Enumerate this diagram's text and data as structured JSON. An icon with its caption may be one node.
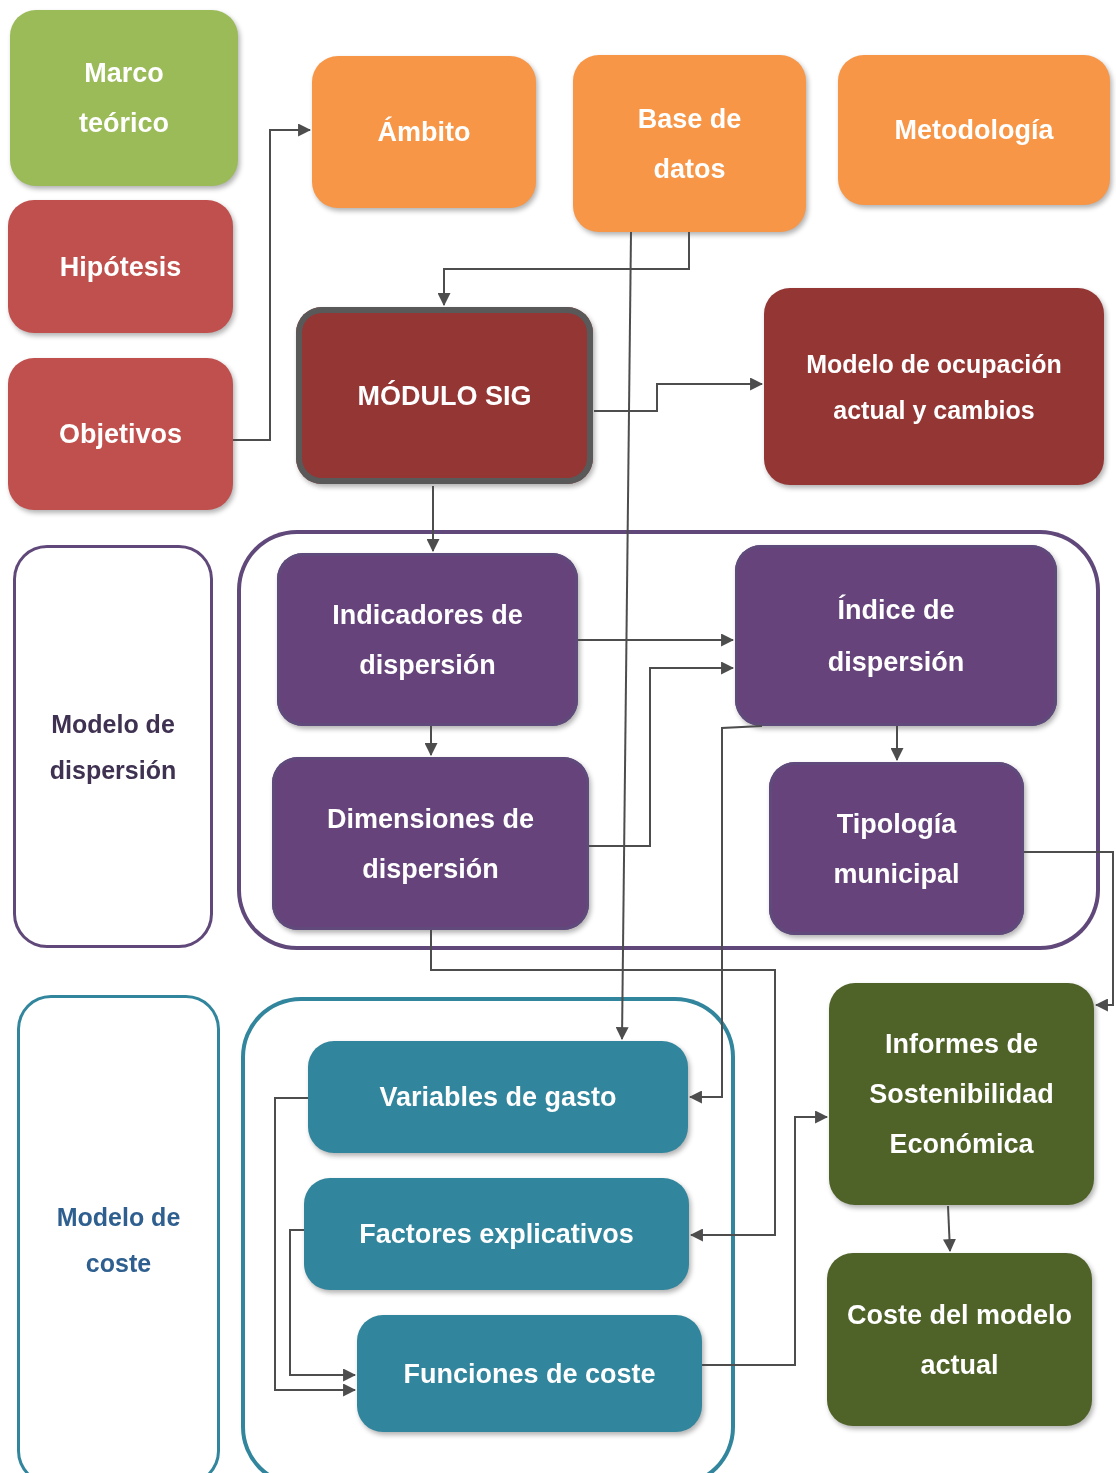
{
  "diagram": {
    "nodes": [
      {
        "text": [
          "Marco teórico"
        ]
      },
      {
        "text": [
          "Hipótesis"
        ]
      },
      {
        "text": [
          "Objetivos"
        ]
      },
      {
        "text": [
          "Ámbito"
        ]
      },
      {
        "text": [
          "Base de datos"
        ]
      },
      {
        "text": [
          "Metodología"
        ]
      },
      {
        "text": [
          "MÓDULO SIG"
        ]
      },
      {
        "text": [
          "Modelo de ocupación actual y cambios"
        ]
      },
      {
        "text": [
          "Modelo de dispersión"
        ]
      },
      {
        "text": [],
        "shape": "box"
      },
      {
        "text": [
          "Indicadores de dispersión"
        ],
        "in": 9
      },
      {
        "text": [
          "Índice de dispersión"
        ],
        "in": 9
      },
      {
        "text": [
          "Dimensiones de dispersión"
        ],
        "in": 9
      },
      {
        "text": [
          "Tipología municipal"
        ],
        "in": 9
      },
      {
        "text": [
          "Modelo de coste"
        ]
      },
      {
        "text": [],
        "shape": "box"
      },
      {
        "text": [
          "Informes de Sostenibilidad Económica"
        ]
      },
      {
        "text": [
          "Variables de gasto"
        ],
        "in": 15
      },
      {
        "text": [
          "Factores explicativos"
        ],
        "in": 15
      },
      {
        "text": [
          "Funciones de coste"
        ],
        "in": 15
      },
      {
        "text": [
          "Coste del modelo actual"
        ]
      }
    ],
    "edges": [
      {
        "from": 2,
        "to": 3,
        "arrow": "to"
      },
      {
        "from": 4,
        "to": 6,
        "arrow": "to"
      },
      {
        "from": 6,
        "to": 7,
        "arrow": "to"
      },
      {
        "from": 6,
        "to": 10,
        "arrow": "to"
      },
      {
        "from": 4,
        "to": 17,
        "arrow": "to"
      },
      {
        "from": 10,
        "to": 11,
        "arrow": "to"
      },
      {
        "from": 12,
        "to": 11,
        "arrow": "to"
      },
      {
        "from": 10,
        "to": 12,
        "arrow": "to"
      },
      {
        "from": 11,
        "to": 13,
        "arrow": "to"
      },
      {
        "from": 11,
        "to": 17,
        "arrow": "to"
      },
      {
        "from": 12,
        "to": 18,
        "arrow": "to"
      },
      {
        "from": 13,
        "to": 16,
        "arrow": "to"
      },
      {
        "from": 17,
        "to": 19,
        "arrow": "to"
      },
      {
        "from": 18,
        "to": 19,
        "arrow": "to"
      },
      {
        "from": 19,
        "to": 16,
        "arrow": "to"
      },
      {
        "from": 16,
        "to": 20,
        "arrow": "to"
      }
    ]
  }
}
